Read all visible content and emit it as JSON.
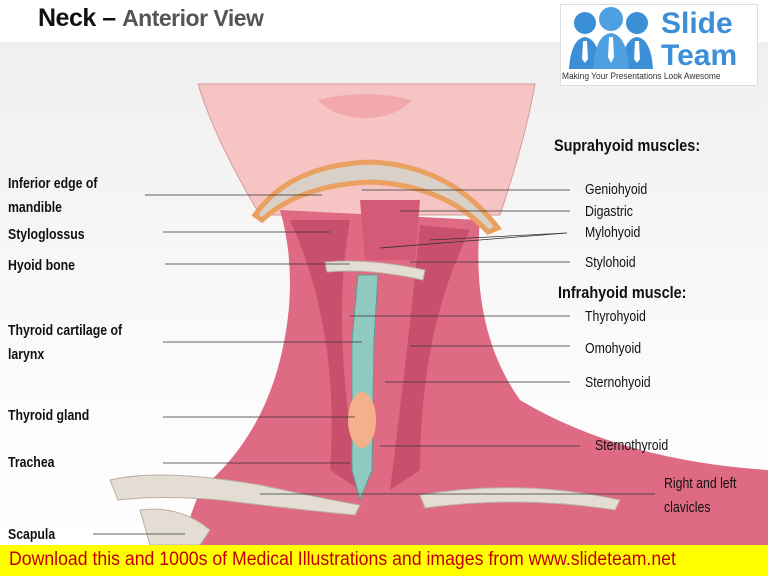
{
  "title": {
    "main": "Neck",
    "dash": " – ",
    "sub": "Anterior View"
  },
  "logo": {
    "word1": "Slide",
    "word2": "Team",
    "tagline": "Making Your Presentations Look Awesome",
    "color": "#3a8fd6"
  },
  "left_labels": [
    {
      "line1": "Inferior edge of",
      "line2": "mandible"
    },
    {
      "line1": "Styloglossus"
    },
    {
      "line1": "Hyoid bone"
    },
    {
      "line1": "Thyroid cartilage of",
      "line2": "larynx"
    },
    {
      "line1": "Thyroid gland"
    },
    {
      "line1": "Trachea"
    },
    {
      "line1": "Scapula"
    }
  ],
  "right": {
    "suprahyoid_header": "Suprahyoid muscles:",
    "suprahyoid": [
      "Geniohyoid",
      "Digastric",
      "Mylohyoid",
      "Stylohoid"
    ],
    "infrahyoid_header": "Infrahyoid muscle:",
    "infrahyoid": [
      "Thyrohyoid",
      "Omohyoid",
      "Sternohyoid",
      "Sternothyroid"
    ],
    "clavicles": {
      "line1": "Right and left",
      "line2": "clavicles"
    }
  },
  "footer": {
    "text": "Download this and 1000s of Medical Illustrations and images from www.slideteam.net",
    "bg": "#ffff00",
    "color": "#c00000"
  }
}
